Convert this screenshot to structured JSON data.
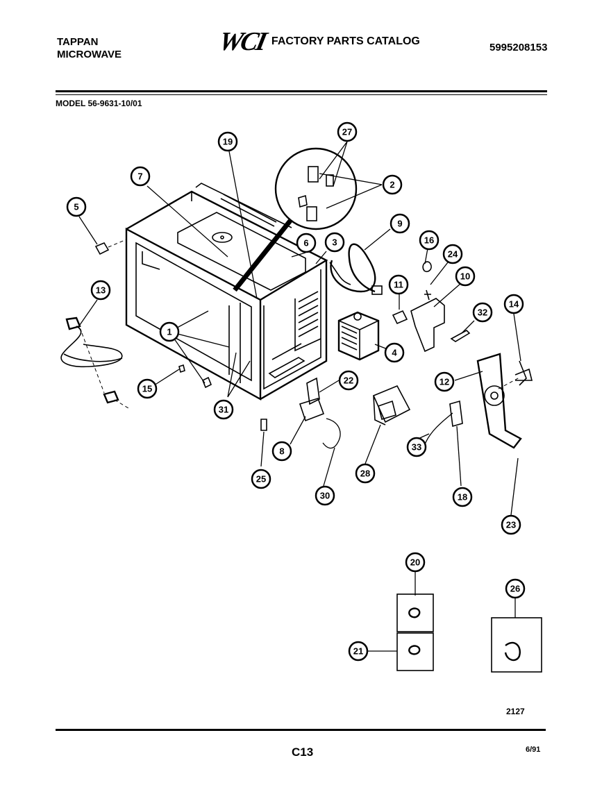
{
  "header": {
    "brand_line1": "TAPPAN",
    "brand_line2": "MICROWAVE",
    "logo_text": "WCI",
    "catalog_title": "FACTORY PARTS CATALOG",
    "catalog_number": "5995208153",
    "model_label": "MODEL 56-9631-10/01"
  },
  "footer": {
    "drawing_number": "2127",
    "page_code": "C13",
    "date_code": "6/91"
  },
  "callouts": [
    "1",
    "2",
    "3",
    "4",
    "5",
    "6",
    "7",
    "8",
    "9",
    "10",
    "11",
    "12",
    "13",
    "14",
    "15",
    "16",
    "18",
    "19",
    "20",
    "21",
    "22",
    "23",
    "24",
    "25",
    "26",
    "27",
    "28",
    "30",
    "31",
    "32",
    "33"
  ]
}
